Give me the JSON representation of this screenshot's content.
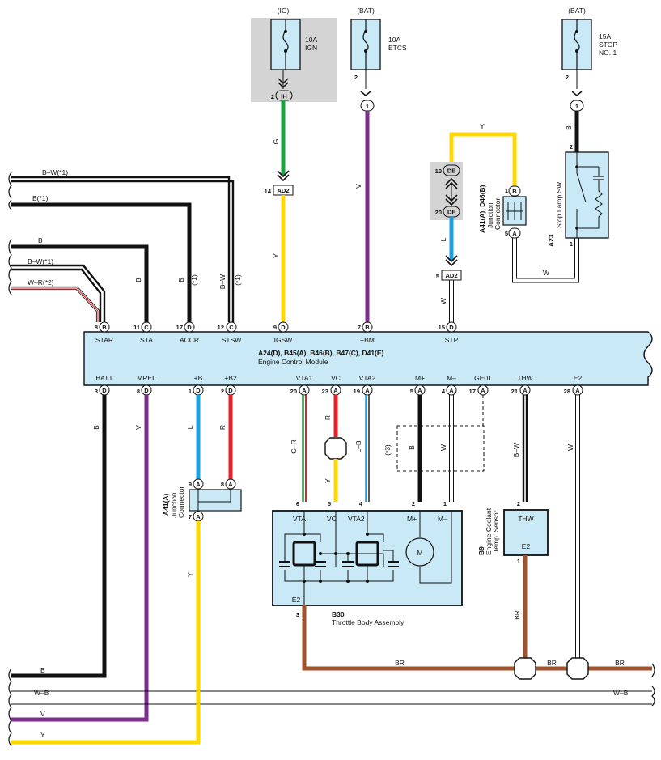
{
  "fuses": {
    "ig": {
      "source": "(IG)",
      "rating": "10A",
      "name": "IGN",
      "pin": "2",
      "conn": "IH"
    },
    "etcs": {
      "source": "(BAT)",
      "rating": "10A",
      "name": "ETCS",
      "pin": "2",
      "conn": "1"
    },
    "stop": {
      "source": "(BAT)",
      "rating": "15A",
      "name1": "STOP",
      "name2": "NO. 1",
      "pin": "2",
      "conn": "1"
    }
  },
  "ecm": {
    "title": "A24(D), B45(A), B46(B), B47(C), D41(E)",
    "subtitle": "Engine Control Module",
    "top_pins": [
      {
        "num": "8",
        "conn": "B",
        "label": "STAR"
      },
      {
        "num": "11",
        "conn": "C",
        "label": "STA"
      },
      {
        "num": "17",
        "conn": "D",
        "label": "ACCR"
      },
      {
        "num": "12",
        "conn": "C",
        "label": "STSW"
      },
      {
        "num": "9",
        "conn": "D",
        "label": "IGSW"
      },
      {
        "num": "7",
        "conn": "B",
        "label": "+BM"
      },
      {
        "num": "15",
        "conn": "D",
        "label": "STP"
      }
    ],
    "bottom_pins": [
      {
        "num": "3",
        "conn": "D",
        "label": "BATT"
      },
      {
        "num": "8",
        "conn": "D",
        "label": "MREL"
      },
      {
        "num": "1",
        "conn": "D",
        "label": "+B"
      },
      {
        "num": "2",
        "conn": "D",
        "label": "+B2"
      },
      {
        "num": "20",
        "conn": "A",
        "label": "VTA1"
      },
      {
        "num": "23",
        "conn": "A",
        "label": "VC"
      },
      {
        "num": "19",
        "conn": "A",
        "label": "VTA2"
      },
      {
        "num": "5",
        "conn": "A",
        "label": "M+"
      },
      {
        "num": "4",
        "conn": "A",
        "label": "M–"
      },
      {
        "num": "17",
        "conn": "A",
        "label": "GE01"
      },
      {
        "num": "21",
        "conn": "A",
        "label": "THW"
      },
      {
        "num": "28",
        "conn": "A",
        "label": "E2"
      }
    ]
  },
  "left_wires": {
    "bw1": "B–W(*1)",
    "b1": "B(*1)",
    "b": "B",
    "bw2": "B–W(*1)",
    "wr": "W–R(*2)"
  },
  "wire_colors": {
    "g": "G",
    "y": "Y",
    "v": "V",
    "b": "B",
    "bw": "B–W",
    "l": "L",
    "r": "R",
    "w": "W",
    "gr": "G–R",
    "lb": "L–B",
    "br": "BR",
    "wb": "W–B",
    "note1": "(*1)",
    "note3": "(*3)"
  },
  "connectors": {
    "ad2": "AD2",
    "de": "DE",
    "df": "DF",
    "de_pin": "10",
    "df_pin": "20",
    "ad2_pin1": "14",
    "ad2_pin2": "5"
  },
  "junction_top": {
    "id": "A41(A), D46(B)",
    "name1": "Junction",
    "name2": "Connector"
  },
  "stop_sw": {
    "id": "A23",
    "name": "Stop Lamp SW",
    "pin_top": "2",
    "pin_bot": "1"
  },
  "junction_bot": {
    "id": "A41(A)",
    "name1": "Junction",
    "name2": "Connector"
  },
  "throttle": {
    "id": "B30",
    "name": "Throttle Body Assembly",
    "pins": [
      "VTA",
      "VC",
      "VTA2",
      "M+",
      "M–"
    ],
    "ground": "E2",
    "motor": "M"
  },
  "thw_sensor": {
    "id": "B9",
    "name1": "Engine Coolant",
    "name2": "Temp. Sensor",
    "top": "THW",
    "bot": "E2"
  },
  "colors": {
    "black": "#111111",
    "violet": "#7b2e8e",
    "yellow": "#ffd800",
    "green": "#1aa33f",
    "blue": "#1ea0e0",
    "red": "#e8202a",
    "brown": "#a0522d",
    "box": "#c9e9f7",
    "grey": "#d4d4d4"
  }
}
